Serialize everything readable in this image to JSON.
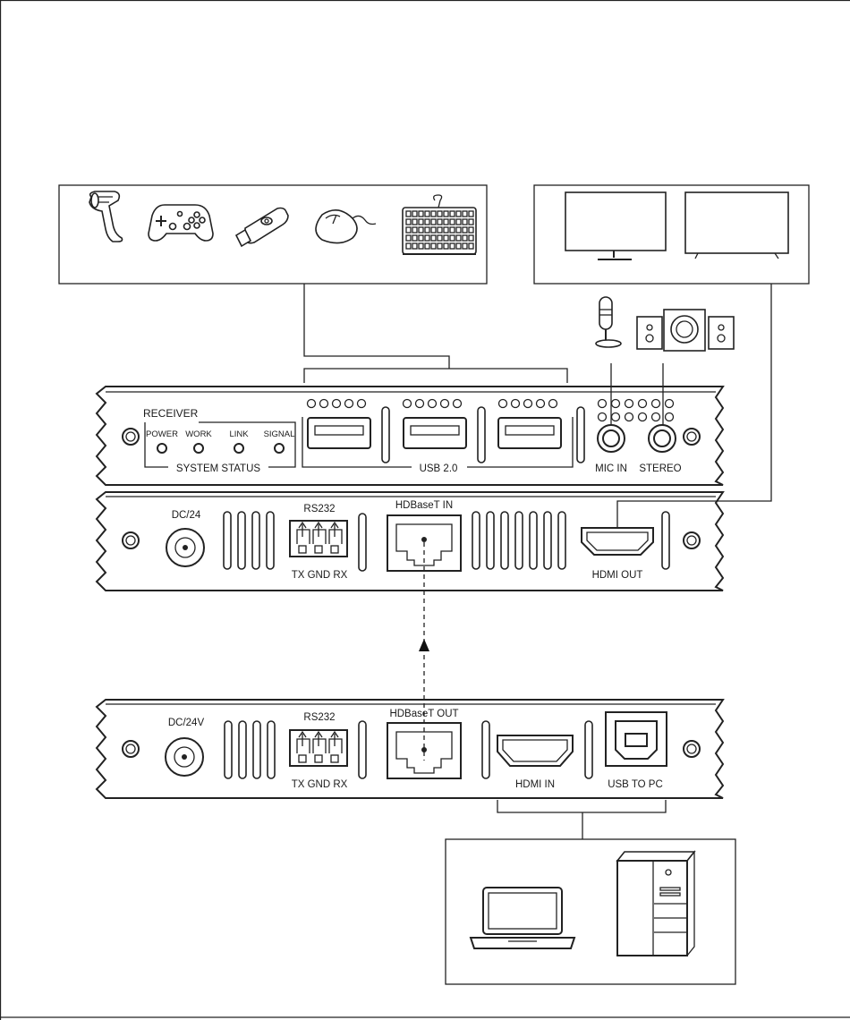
{
  "receiver": {
    "name": "RECEIVER",
    "status_leds": [
      "POWER",
      "WORK",
      "LINK",
      "SIGNAL"
    ],
    "status_label": "SYSTEM STATUS",
    "usb_label": "USB 2.0",
    "mic_label": "MIC IN",
    "stereo_label": "STEREO",
    "power_label": "DC/24",
    "rs232_label": "RS232",
    "rs232_pins": "TX GND RX",
    "hdbaset_label": "HDBaseT IN",
    "hdmi_label": "HDMI OUT"
  },
  "transmitter": {
    "power_label": "DC/24V",
    "rs232_label": "RS232",
    "rs232_pins": "TX GND RX",
    "hdbaset_label": "HDBaseT OUT",
    "hdmi_label": "HDMI IN",
    "usb_label": "USB TO PC"
  },
  "icons": {
    "usb_devices": [
      "barcode-scanner-icon",
      "gamepad-icon",
      "usb-dongle-icon",
      "mouse-icon",
      "keyboard-icon"
    ],
    "displays": [
      "monitor-icon",
      "tv-icon"
    ],
    "audio": [
      "microphone-icon",
      "speakers-icon"
    ],
    "sources": [
      "laptop-icon",
      "desktop-pc-icon"
    ]
  }
}
